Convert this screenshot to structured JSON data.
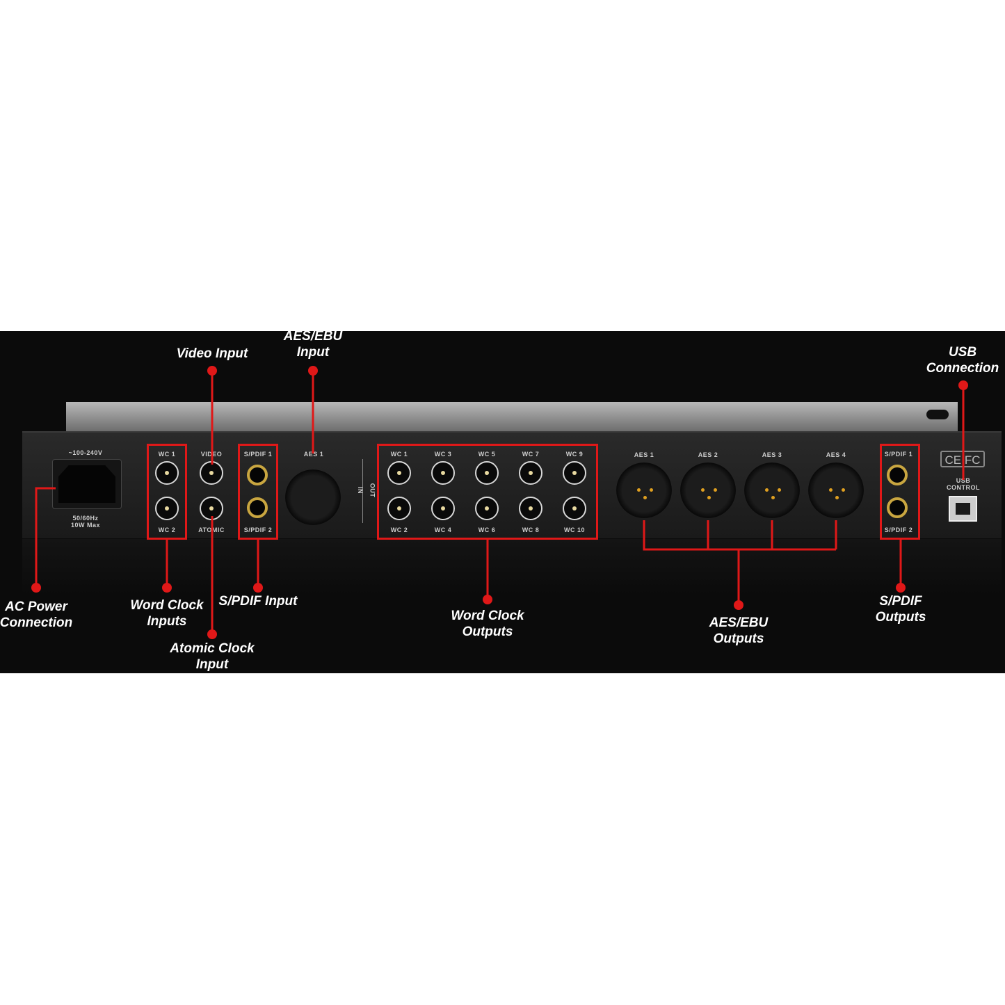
{
  "colors": {
    "accent": "#e01818",
    "background": "#0b0b0b"
  },
  "panel": {
    "ac_voltage": "~100-240V",
    "ac_freq": "50/60Hz",
    "ac_power": "10W Max",
    "wc_in": [
      "WC 1",
      "WC 2"
    ],
    "video": "VIDEO",
    "atomic": "ATOMIC",
    "spdif_in": [
      "S/PDIF 1",
      "S/PDIF 2"
    ],
    "aes_in": "AES 1",
    "in": "IN",
    "out": "OUT",
    "wc_out_top": [
      "WC 1",
      "WC 3",
      "WC 5",
      "WC 7",
      "WC 9"
    ],
    "wc_out_bottom": [
      "WC 2",
      "WC 4",
      "WC 6",
      "WC 8",
      "WC 10"
    ],
    "aes_out": [
      "AES 1",
      "AES 2",
      "AES 3",
      "AES 4"
    ],
    "spdif_out": [
      "S/PDIF 1",
      "S/PDIF 2"
    ],
    "cert": "CE FC",
    "usb_1": "USB",
    "usb_2": "CONTROL"
  },
  "callouts": {
    "video_input": "Video Input",
    "aes_input_1": "AES/EBU",
    "aes_input_2": "Input",
    "usb_1": "USB",
    "usb_2": "Connection",
    "ac_1": "AC Power",
    "ac_2": "Connection",
    "wc_in_1": "Word Clock",
    "wc_in_2": "Inputs",
    "spdif_in": "S/PDIF Input",
    "atomic_1": "Atomic Clock",
    "atomic_2": "Input",
    "wc_out_1": "Word Clock",
    "wc_out_2": "Outputs",
    "aes_out_1": "AES/EBU",
    "aes_out_2": "Outputs",
    "spdif_out_1": "S/PDIF",
    "spdif_out_2": "Outputs"
  }
}
